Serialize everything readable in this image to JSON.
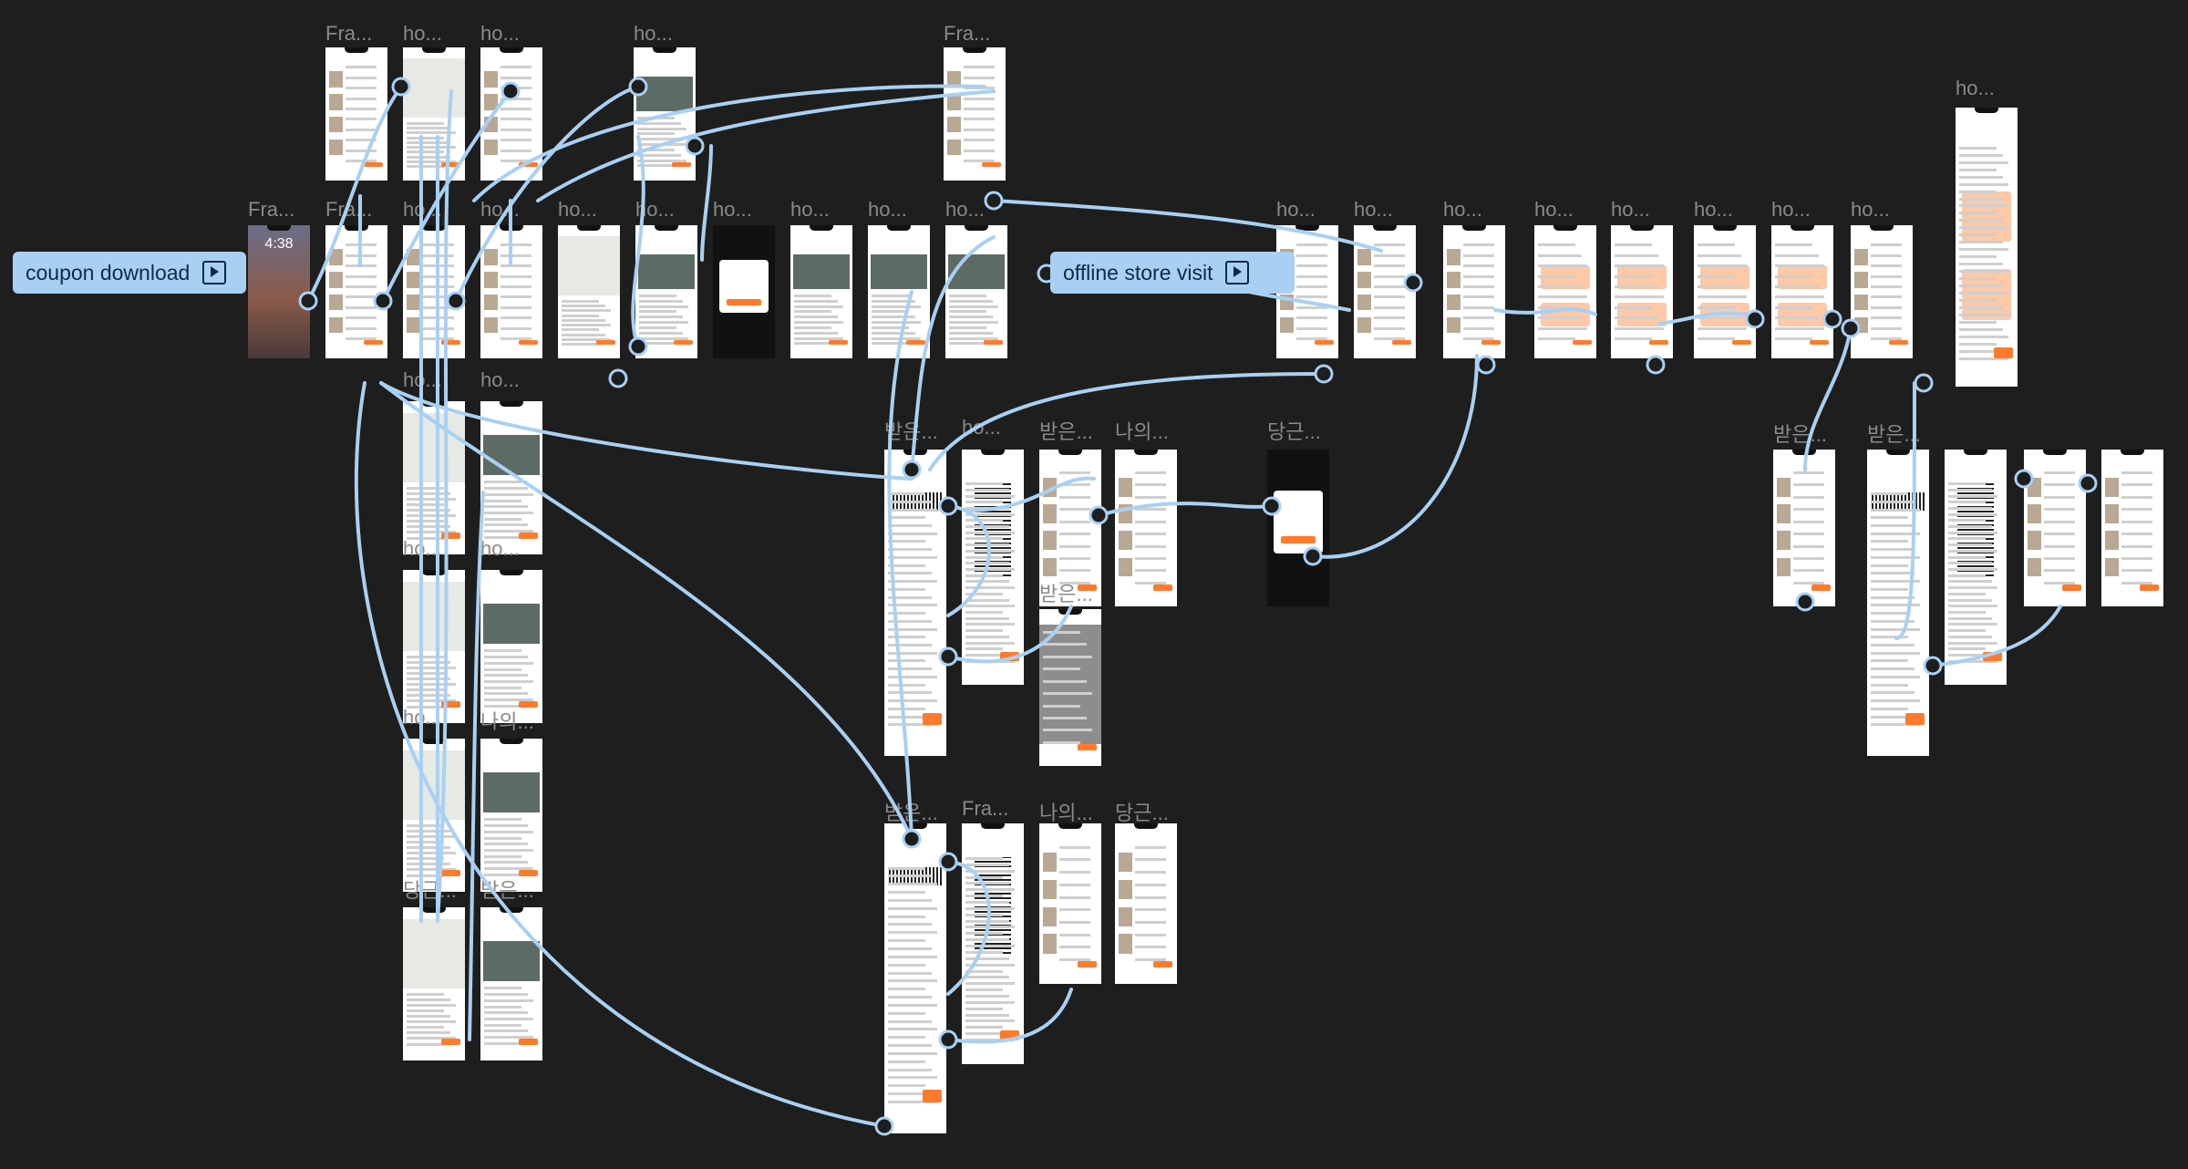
{
  "flows": [
    {
      "id": "flow-coupon",
      "label": "coupon download"
    },
    {
      "id": "flow-offline",
      "label": "offline store visit"
    }
  ],
  "lock_screen_time": "4:38",
  "frame_labels": [
    "Fra...",
    "ho...",
    "ho...",
    "ho...",
    "Fra...",
    "Fra...",
    "Fra...",
    "ho...",
    "ho...",
    "ho...",
    "ho...",
    "ho...",
    "ho...",
    "ho...",
    "ho...",
    "ho...",
    "ho...",
    "ho...",
    "ho...",
    "ho...",
    "ho...",
    "ho...",
    "ho...",
    "ho...",
    "ho...",
    "ho...",
    "ho...",
    "ho...",
    "ho...",
    "나의...",
    "당근...",
    "받은...",
    "받은...",
    "ho...",
    "받은...",
    "나의...",
    "당근...",
    "받은...",
    "받은...",
    "Fra...",
    "나의...",
    "당근...",
    "받은...",
    "받은..."
  ],
  "colors": {
    "canvas": "#1e1e1e",
    "wire": "#a9d0f3",
    "accent": "#ff7a2b"
  }
}
